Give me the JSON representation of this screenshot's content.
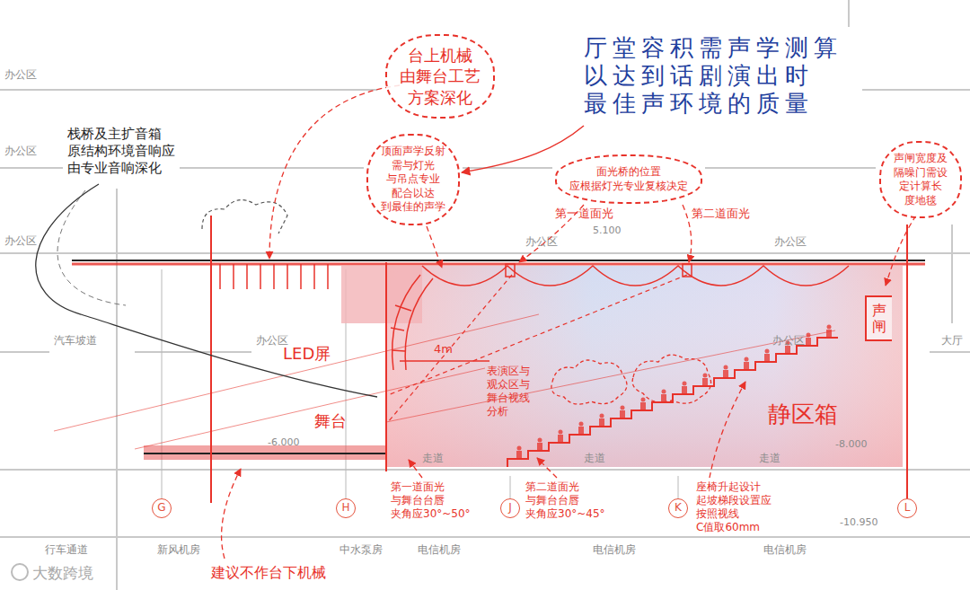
{
  "diagram": {
    "nodes": [
      {
        "text": [
          "台上机械 由舞台工艺 方案深化"
        ]
      },
      {
        "text": [
          "顶面声学反射 需与灯光 与吊点专业 配合以达 到最佳的声学"
        ]
      },
      {
        "text": [
          "面光桥的位置 应根据灯光专业复核决定"
        ]
      },
      {
        "text": [
          "声闸宽度及 隔噪门需设 定计算长 度地毯"
        ]
      },
      {
        "text": [
          "声闸"
        ]
      },
      {
        "text": [
          "G"
        ]
      },
      {
        "text": [
          "H"
        ]
      },
      {
        "text": [
          "J"
        ]
      },
      {
        "text": [
          "K"
        ]
      },
      {
        "text": [
          "L"
        ]
      }
    ],
    "labels": [
      "厅堂容积需声学测算 以达到话剧演出时 最佳声环境的质量",
      "栈桥及主扩音箱 原结构环境音响应 由专业音响深化",
      "第一道面光",
      "第二道面光",
      "LED屏",
      "4m",
      "表演区与 观众区与 舞台视线 分析",
      "静区箱",
      "舞台",
      "第一道面光 与舞台台唇 夹角应30°~50°",
      "第二道面光 与舞台台唇 夹角应30°~45°",
      "座椅升起设计 起坡梯段设置应 按照视线 C值取60mm",
      "建议不作台下机械",
      "5.100",
      "-6.000",
      "-8.000",
      "-10.950",
      "办公区",
      "办公区",
      "办公区",
      "办公区",
      "办公区",
      "办公区",
      "办公区",
      "汽车坡道",
      "大厅",
      "走道",
      "走道",
      "走道",
      "行车通道",
      "新风机房",
      "中水泵房",
      "电信机房",
      "电信机房",
      "电信机房",
      "大数跨境"
    ]
  }
}
